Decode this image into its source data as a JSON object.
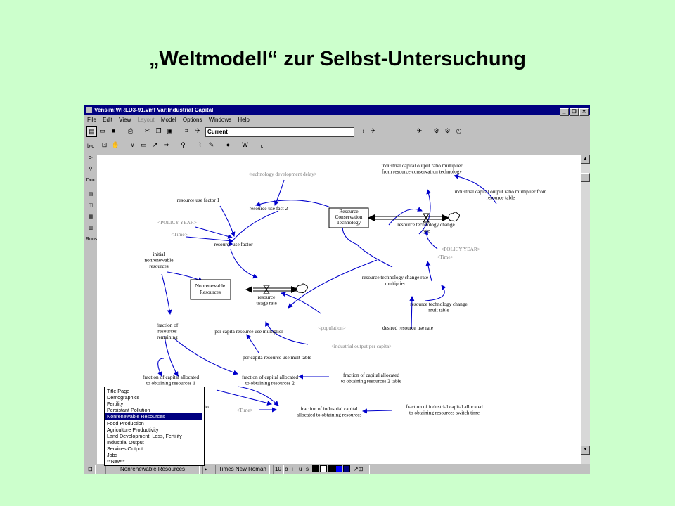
{
  "slide": {
    "title": "„Weltmodell“ zur Selbst-Untersuchung"
  },
  "window": {
    "title": "Vensim:WRLD3-91.vmf Var:Industrial Capital"
  },
  "menu": {
    "items": [
      "File",
      "Edit",
      "View",
      "Layout",
      "Model",
      "Options",
      "Windows",
      "Help"
    ]
  },
  "toolbar": {
    "current_label": "Current"
  },
  "left_tools": {
    "doc": "Doc",
    "runs": "Runs"
  },
  "diagram": {
    "stocks": [
      {
        "label": "Resource Conservation Technology"
      },
      {
        "label": "Nonrenewable Resources"
      }
    ],
    "flows": [
      {
        "label": "resource technology change rate"
      },
      {
        "label": "resource usage rate"
      }
    ],
    "variables": [
      {
        "label": "<technology development delay>",
        "shadow": true
      },
      {
        "label": "industrial capital output ratio multiplier from resource conservation technology",
        "shadow": false
      },
      {
        "label": "industrial capital output ratio multiplier from resource table",
        "shadow": false
      },
      {
        "label": "resource use factor 1",
        "shadow": false
      },
      {
        "label": "resource use fact 2",
        "shadow": false
      },
      {
        "label": "<POLICY YEAR>",
        "shadow": true
      },
      {
        "label": "<Time>",
        "shadow": true
      },
      {
        "label": "resource use factor",
        "shadow": false
      },
      {
        "label": "initial nonrenewable resources",
        "shadow": false
      },
      {
        "label": "<POLICY YEAR>",
        "shadow": true
      },
      {
        "label": "<Time>",
        "shadow": true
      },
      {
        "label": "resource technology change rate multiplier",
        "shadow": false
      },
      {
        "label": "resource technology change mult table",
        "shadow": false
      },
      {
        "label": "fraction of resources remaining",
        "shadow": false
      },
      {
        "label": "<population>",
        "shadow": true
      },
      {
        "label": "per capita resource use multiplier",
        "shadow": false
      },
      {
        "label": "desired resource use rate",
        "shadow": false
      },
      {
        "label": "<industrial output per capita>",
        "shadow": true
      },
      {
        "label": "per capita resource use mult table",
        "shadow": false
      },
      {
        "label": "fraction of capital allocated to obtaining resources 1",
        "shadow": false
      },
      {
        "label": "fraction of capital allocated to obtaining resources 2",
        "shadow": false
      },
      {
        "label": "fraction of capital allocated to obtaining resources 2 table",
        "shadow": false
      },
      {
        "label": "<Time>",
        "shadow": true
      },
      {
        "label": "fraction of industrial capital allocated to obtaining resources",
        "shadow": false
      },
      {
        "label": "fraction of industrial capital allocated to obtaining resources switch time",
        "shadow": false
      }
    ],
    "partial_label": "to"
  },
  "view_list": {
    "items": [
      "Title Page",
      "Demographics",
      "Fertility",
      "Persistant Pollution",
      "Nonrenewable Resources",
      "Food Production",
      "Agriculture Productivity",
      "Land Development, Loss, Fertility",
      "Industrial Output",
      "Services Output",
      "Jobs",
      "**New**"
    ],
    "selected_index": 4
  },
  "statusbar": {
    "view_name": "Nonrenewable Resources",
    "font_name": "Times New Roman",
    "font_size": "10",
    "styles": [
      "b",
      "i",
      "u",
      "s"
    ]
  },
  "colors": {
    "arrow": "#0000cc",
    "shadow_text": "#808080",
    "selection": "#000080"
  }
}
